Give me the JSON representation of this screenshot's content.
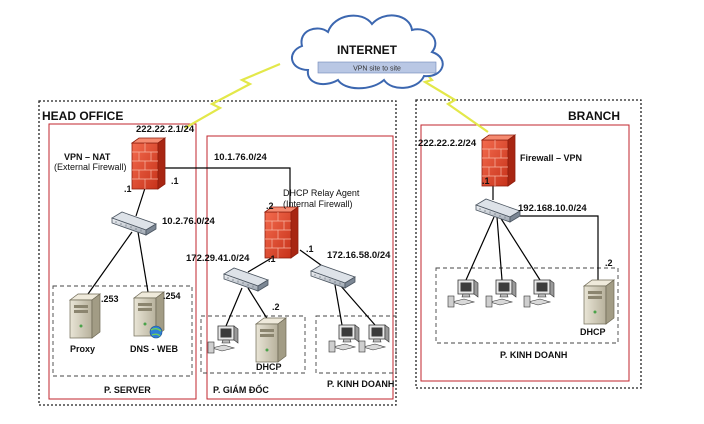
{
  "internet": {
    "label": "INTERNET",
    "vpn_label": "VPN site to site"
  },
  "head_office": {
    "title": "HEAD OFFICE",
    "wan_ip": "222.22.2.1/24",
    "vpn_nat_label_1": "VPN – NAT",
    "vpn_nat_label_2": "(External Firewall)",
    "ext_fw_if_left": ".1",
    "ext_fw_if_right": ".1",
    "link_net": "10.1.76.0/24",
    "server_net": "10.2.76.0/24",
    "dhcp_relay_label_1": "DHCP Relay Agent",
    "dhcp_relay_label_2": "(Internal Firewall)",
    "int_fw_if_top": ".2",
    "int_fw_if_left": ".1",
    "int_fw_if_right": ".1",
    "net_gd": "172.29.41.0/24",
    "net_kd": "172.16.58.0/24",
    "proxy_host": ".253",
    "dns_host": ".254",
    "dhcp_host": ".2",
    "proxy_label": "Proxy",
    "dns_label": "DNS - WEB",
    "dhcp_label": "DHCP",
    "room_server": "P. SERVER",
    "room_gd": "P. GIÁM ĐỐC",
    "room_kd": "P. KINH DOANH"
  },
  "branch": {
    "title": "BRANCH",
    "wan_ip": "222.22.2.2/24",
    "fw_label": "Firewall – VPN",
    "fw_if": ".1",
    "lan_net": "192.168.10.0/24",
    "dhcp_host": ".2",
    "dhcp_label": "DHCP",
    "room_kd": "P. KINH DOANH"
  },
  "colors": {
    "firewall": "#e8472b",
    "site_border": "#c2262d",
    "link": "#000000",
    "vpn_bar": "#b9c7e4",
    "lightning": "#e3e84a"
  }
}
